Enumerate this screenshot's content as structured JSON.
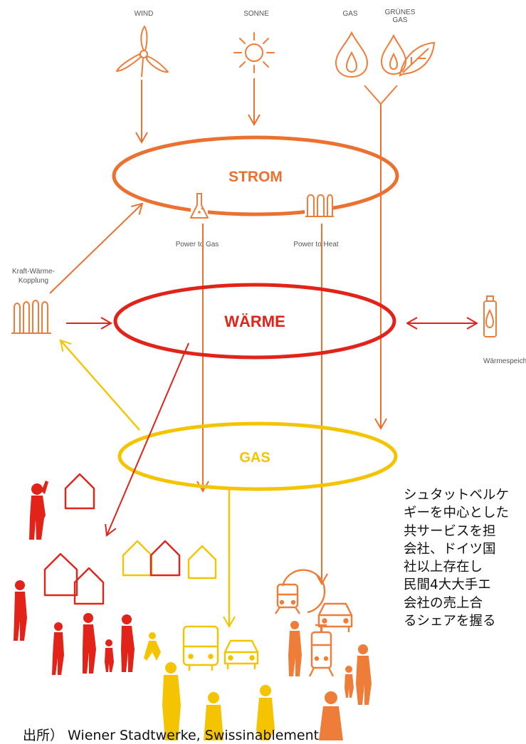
{
  "sources": {
    "wind": "WIND",
    "sonne": "SONNE",
    "gas": "GAS",
    "gruenes_gas_line1": "GRÜNES",
    "gruenes_gas_line2": "GAS"
  },
  "rings": {
    "strom": "STROM",
    "waerme": "WÄRME",
    "gas": "GAS"
  },
  "converters": {
    "power_to_gas": "Power  to Gas",
    "power_to_heat": "Power  to Heat"
  },
  "side": {
    "kwk_line1": "Kraft-Wärme-",
    "kwk_line2": "Kopplung",
    "waermespeicher": "Wärmespeicher"
  },
  "description": {
    "lines": [
      "シュタットベルケ",
      "ギーを中心とした",
      "共サービスを担",
      "会社、ドイツ国",
      "社以上存在し",
      "民間4大大手エ",
      "会社の売上合",
      "るシェアを握る"
    ]
  },
  "source_note": "出所）  Wiener Stadtwerke, Swissinablement",
  "colors": {
    "strom": "#ec7131",
    "waerme": "#e2231a",
    "gas": "#f5c400",
    "source_icons": "#ef7d3a"
  }
}
